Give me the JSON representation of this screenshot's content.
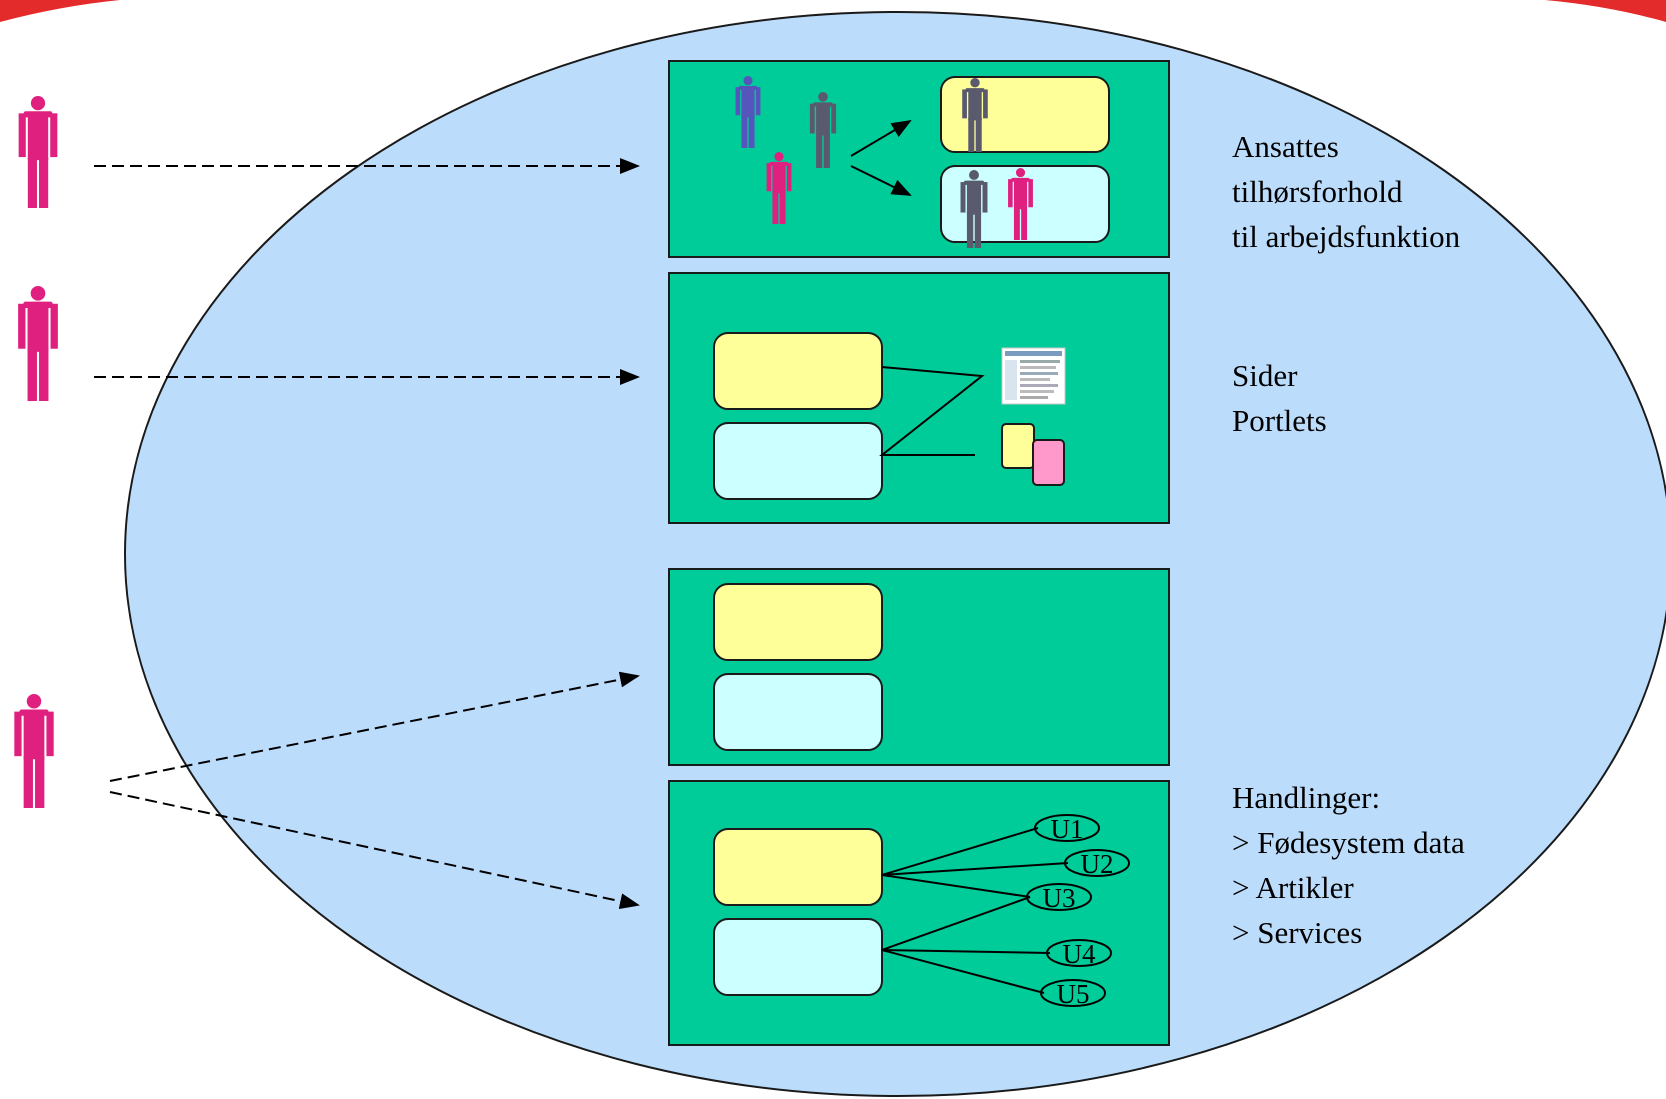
{
  "colors": {
    "background": "#ffffff",
    "header_red": "#e32b2b",
    "ellipse_fill": "#bcdcfc",
    "panel_green": "#00cc99",
    "box_yellow": "#ffff99",
    "box_cyan": "#ccffff",
    "person_pink": "#e0207f",
    "person_gray": "#5a5a6e",
    "person_blue": "#5555bb",
    "doc_pink": "#ff99cc"
  },
  "icons": {
    "person": "person-figure-icon",
    "page_thumbnail": "page-thumbnail-icon",
    "portlet": "portlet-icon"
  },
  "labels": {
    "roles": [
      "Ansattes",
      "tilhørsforhold",
      "til arbejdsfunktion"
    ],
    "pages": [
      "Sider",
      "Portlets"
    ],
    "actions": [
      "Handlinger:",
      "> Fødesystem data",
      "> Artikler",
      "> Services"
    ]
  },
  "services": [
    "U1",
    "U2",
    "U3",
    "U4",
    "U5"
  ]
}
